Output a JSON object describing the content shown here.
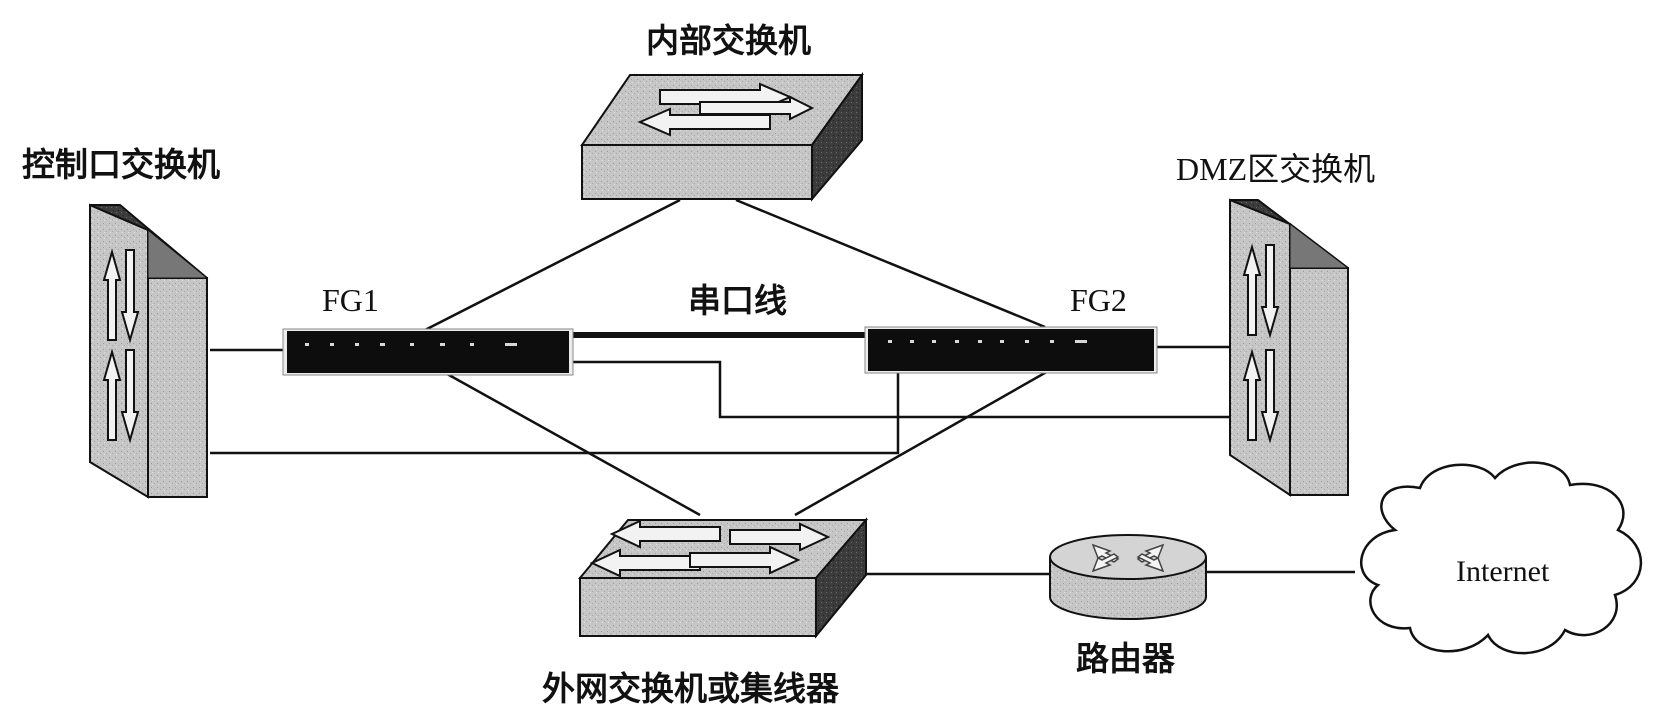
{
  "labels": {
    "internal_switch": "内部交换机",
    "control_switch": "控制口交换机",
    "dmz_switch": "DMZ区交换机",
    "fg1": "FG1",
    "fg2": "FG2",
    "serial_line": "串口线",
    "external_switch": "外网交换机或集线器",
    "router": "路由器",
    "internet": "Internet"
  },
  "colors": {
    "line": "#111111",
    "device_face": "#c8c8c8",
    "device_top": "#dcdcdc",
    "device_side": "#4a4a4a",
    "firewall": "#0d0d0d"
  }
}
